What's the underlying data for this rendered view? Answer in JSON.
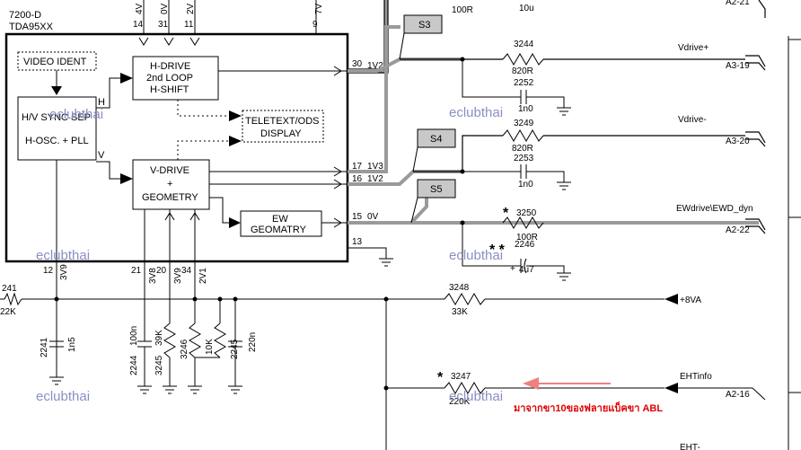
{
  "ic": {
    "name": "7200-D",
    "part": "TDA95XX",
    "top_pins": [
      {
        "num": "14",
        "volt": "4V"
      },
      {
        "num": "31",
        "volt": "0V"
      },
      {
        "num": "11",
        "volt": "2V"
      },
      {
        "num": "9",
        "volt": "7V"
      }
    ],
    "blocks": {
      "video_ident": "VIDEO IDENT",
      "hdrive": [
        "H-DRIVE",
        "2nd LOOP",
        "H-SHIFT"
      ],
      "sync": [
        "H/V SYNC SEP",
        "H-OSC. + PLL"
      ],
      "sync_h": "H",
      "sync_v": "V",
      "teletext": [
        "TELETEXT/ODS",
        "DISPLAY"
      ],
      "vdrive": [
        "V-DRIVE",
        "+",
        "GEOMETRY"
      ],
      "ew": [
        "EW",
        "GEOMATRY"
      ]
    },
    "right_pins": [
      {
        "num": "30",
        "volt": "1V2"
      },
      {
        "num": "17",
        "volt": "1V3"
      },
      {
        "num": "16",
        "volt": "1V2"
      },
      {
        "num": "15",
        "volt": "0V"
      },
      {
        "num": "13",
        "volt": ""
      }
    ],
    "bottom_pins": [
      {
        "num": "12",
        "volt": "3V9"
      },
      {
        "num": "21",
        "volt": "3V8"
      },
      {
        "num": "20",
        "volt": "3V9"
      },
      {
        "num": "34",
        "volt": "2V1"
      }
    ]
  },
  "switches": [
    "S3",
    "S4",
    "S5"
  ],
  "top_right": {
    "r": "100R",
    "c": "10u",
    "conn": "A2-21"
  },
  "rows": [
    {
      "r_ref": "3244",
      "r_val": "820R",
      "c_ref": "2252",
      "c_val": "1n0",
      "signal": "Vdrive+",
      "conn": "A3-19"
    },
    {
      "r_ref": "3249",
      "r_val": "820R",
      "c_ref": "2253",
      "c_val": "1n0",
      "signal": "Vdrive-",
      "conn": "A3-20"
    },
    {
      "r_ref": "3250",
      "r_val": "100R",
      "c_ref": "2246",
      "c_val": "4u7",
      "signal": "EWdrive\\EWD_dyn",
      "conn": "A2-22"
    }
  ],
  "marks": {
    "single": "*",
    "double": "* *",
    "plus": "+"
  },
  "supply": {
    "r_ref": "3248",
    "r_val": "33K",
    "label": "+8VA"
  },
  "eht": {
    "r_ref": "3247",
    "r_val": "220K",
    "label": "EHTinfo",
    "conn": "A2-16",
    "bottom": "EHT-"
  },
  "left": {
    "r_ref": "241",
    "r_val": "22K",
    "c_ref": "2241",
    "c_val": "1n5"
  },
  "bottom_parts": [
    {
      "ref": "2244",
      "val": "100n"
    },
    {
      "ref": "3245",
      "val": "39K"
    },
    {
      "ref": "3246",
      "val": ""
    },
    {
      "ref": "",
      "val": "10K"
    },
    {
      "ref": "2245",
      "val": "220n"
    }
  ],
  "watermark": "eclubthai",
  "annotation": "มาจากขา10ของฟลายแบ็คขา ABL"
}
